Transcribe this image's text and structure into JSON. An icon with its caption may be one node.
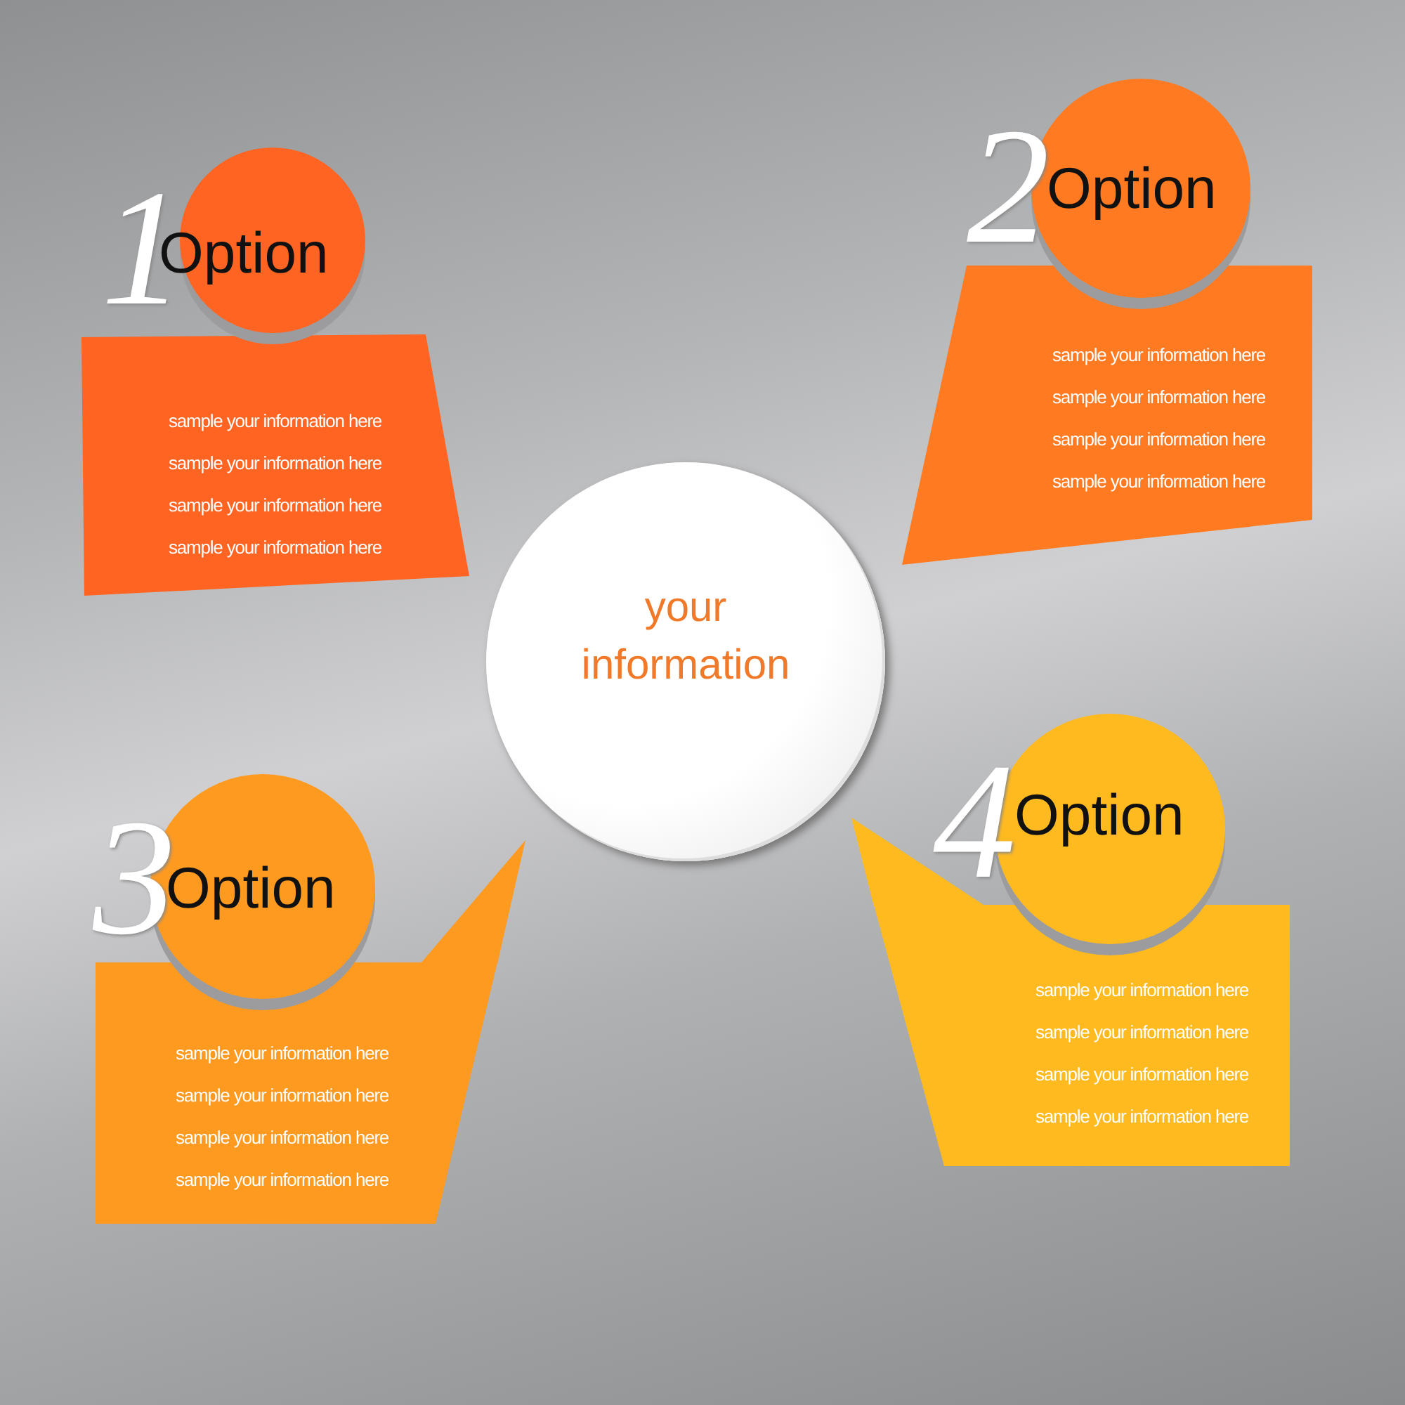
{
  "diagram": {
    "nodes": [
      {
        "text": [
          "1",
          "Option"
        ]
      },
      {
        "text": [
          "sample your information here",
          "sample your information here",
          "sample your information here",
          "sample your information here"
        ]
      },
      {
        "text": [
          "2",
          "Option"
        ]
      },
      {
        "text": [
          "sample your information here",
          "sample your information here",
          "sample your information here",
          "sample your information here"
        ]
      },
      {
        "text": [
          "your information"
        ]
      },
      {
        "text": [
          "3",
          "Option"
        ]
      },
      {
        "text": [
          "sample your information here",
          "sample your information here",
          "sample your information here",
          "sample your information here"
        ]
      },
      {
        "text": [
          "4",
          "Option"
        ]
      },
      {
        "text": [
          "sample your information here",
          "sample your information here",
          "sample your information here",
          "sample your information here"
        ]
      }
    ],
    "edges": []
  }
}
